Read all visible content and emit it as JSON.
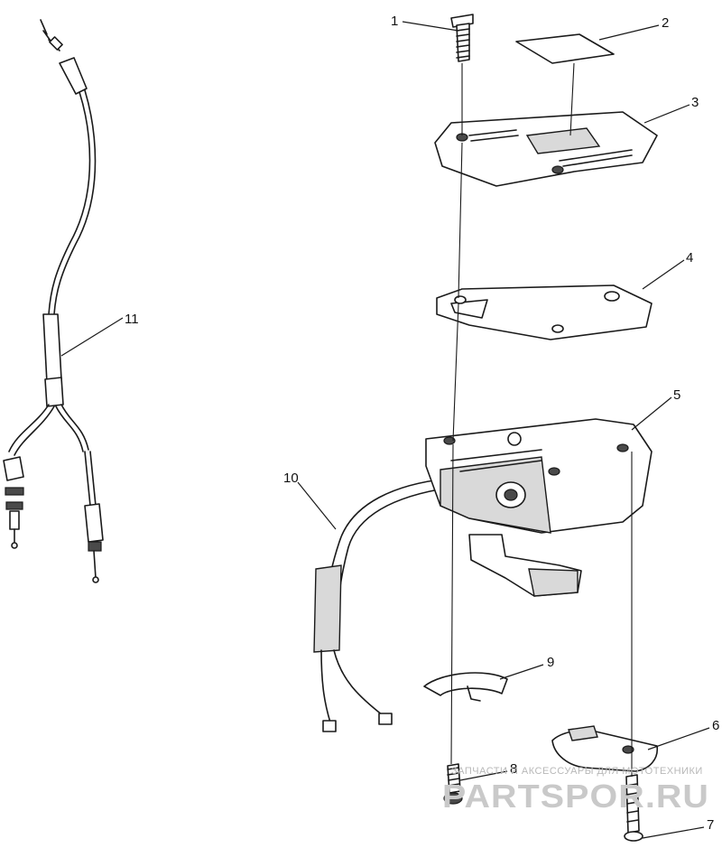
{
  "callouts": [
    {
      "id": "1",
      "label": "1"
    },
    {
      "id": "2",
      "label": "2"
    },
    {
      "id": "3",
      "label": "3"
    },
    {
      "id": "4",
      "label": "4"
    },
    {
      "id": "5",
      "label": "5"
    },
    {
      "id": "6",
      "label": "6"
    },
    {
      "id": "7",
      "label": "7"
    },
    {
      "id": "8",
      "label": "8"
    },
    {
      "id": "9",
      "label": "9"
    },
    {
      "id": "10",
      "label": "10"
    },
    {
      "id": "11",
      "label": "11"
    }
  ],
  "watermark": {
    "tagline": "ЗАПЧАСТИ И АКСЕССУАРЫ ДЛЯ МОТОТЕХНИКИ",
    "logo_text": "PARTSPOR.RU"
  }
}
